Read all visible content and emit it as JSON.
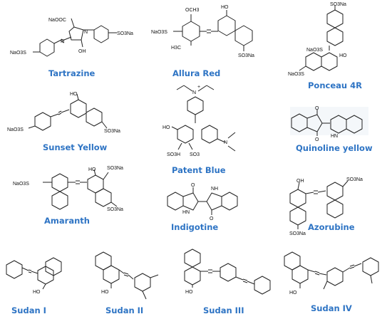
{
  "dyes": [
    {
      "name": "Tartrazine",
      "atoms": [
        "NaOOC",
        "N",
        "N",
        "SO3Na",
        "OH",
        "NaO3S"
      ]
    },
    {
      "name": "Allura Red",
      "atoms": [
        "OCH3",
        "HO",
        "NaO3S",
        "H3C",
        "SO3Na"
      ]
    },
    {
      "name": "Ponceau 4R",
      "atoms": [
        "SO3Na",
        "NaO3S",
        "HO",
        "NaO3S"
      ]
    },
    {
      "name": "Sunset Yellow",
      "atoms": [
        "HO",
        "NaO3S",
        "SO3Na"
      ]
    },
    {
      "name": "Patent Blue",
      "atoms": [
        "N",
        "+",
        "HO",
        "SO3H",
        "SO3",
        "N"
      ]
    },
    {
      "name": "Quinoline yellow",
      "atoms": [
        "O",
        "O",
        "HN"
      ]
    },
    {
      "name": "Amaranth",
      "atoms": [
        "HO",
        "SO3Na",
        "NaO3S",
        "SO3Na"
      ]
    },
    {
      "name": "Indigotine",
      "atoms": [
        "O",
        "HN",
        "NH",
        "O"
      ]
    },
    {
      "name": "Azorubine",
      "atoms": [
        "OH",
        "SO3Na",
        "SO3Na"
      ]
    },
    {
      "name": "Sudan I",
      "atoms": [
        "HO"
      ]
    },
    {
      "name": "Sudan II",
      "atoms": [
        "HO"
      ]
    },
    {
      "name": "Sudan III",
      "atoms": [
        "HO"
      ]
    },
    {
      "name": "Sudan IV",
      "atoms": [
        "HO"
      ]
    }
  ]
}
